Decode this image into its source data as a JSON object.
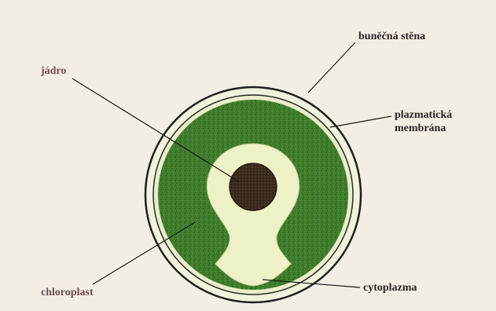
{
  "diagram": {
    "labels": {
      "cell_wall": "buněčná stěna",
      "nucleus": "jádro",
      "plasma_membrane_line1": "plazmatická",
      "plasma_membrane_line2": "membrána",
      "chloroplast": "chloroplast",
      "cytoplasm": "cytoplazma"
    },
    "colors": {
      "background": "#f3eee4",
      "cell_wall_outline": "#1f1f1f",
      "cell_wall_fill": "#f1f2dc",
      "chloroplast_green": "#3e7a2c",
      "cytoplasm_fill": "#eef0c6",
      "nucleus_fill": "#3a2a1c",
      "leader_line": "#1a1a1a"
    }
  }
}
